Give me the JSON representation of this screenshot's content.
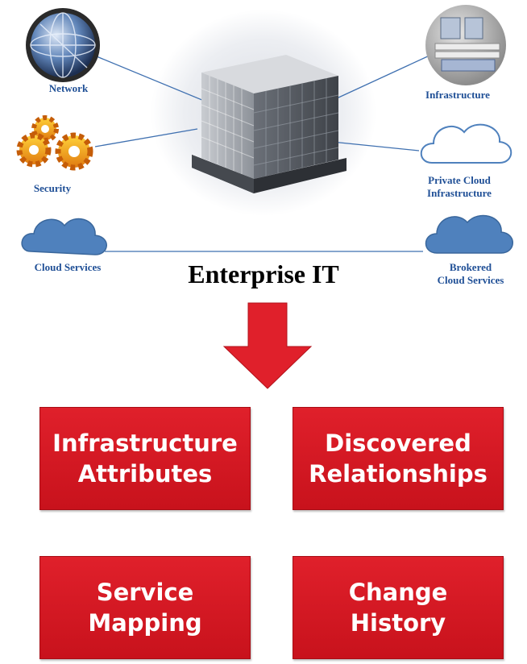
{
  "nodes": {
    "network": {
      "label": "Network"
    },
    "security": {
      "label": "Security"
    },
    "cloud_services": {
      "label": "Cloud Services"
    },
    "infrastructure": {
      "label": "Infrastructure"
    },
    "private_cloud": {
      "label": "Private Cloud\nInfrastructure"
    },
    "brokered_cloud": {
      "label": "Brokered\nCloud Services"
    }
  },
  "center": {
    "title": "Enterprise IT",
    "icon": "office-building-icon"
  },
  "arrow": {
    "icon": "down-arrow-icon",
    "color": "#e0202b"
  },
  "boxes": {
    "infrastructure_attributes": "Infrastructure\nAttributes",
    "discovered_relationships": "Discovered\nRelationships",
    "service_mapping": "Service\nMapping",
    "change_history": "Change\nHistory"
  },
  "colors": {
    "label": "#1f4f96",
    "cloud": "#4f81bd",
    "box": "#e0202b"
  }
}
